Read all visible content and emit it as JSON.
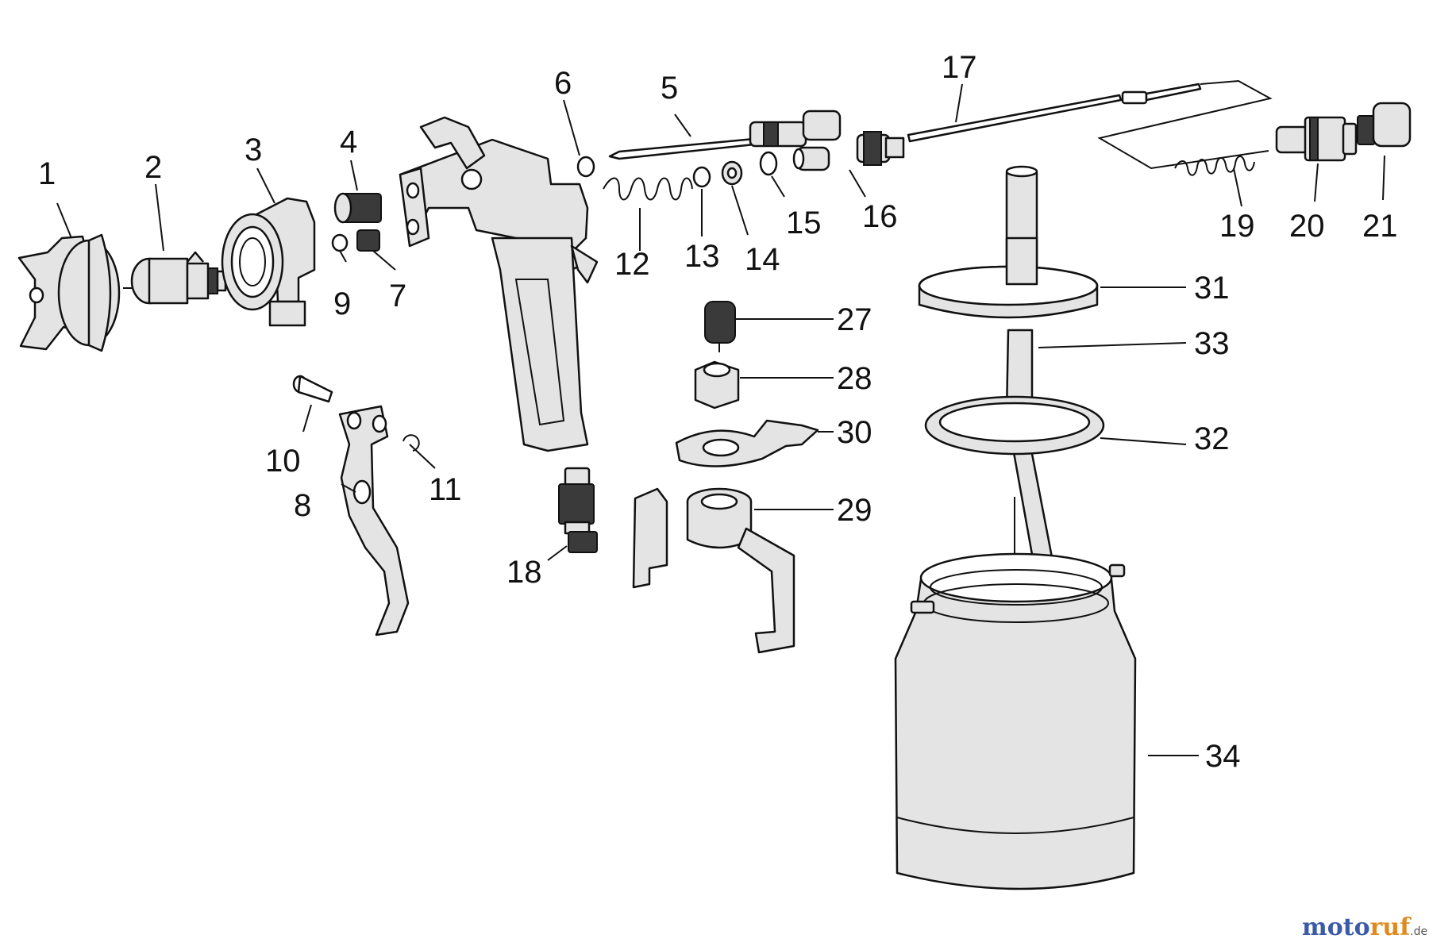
{
  "parts": [
    {
      "id": "p1",
      "label": "1"
    },
    {
      "id": "p2",
      "label": "2"
    },
    {
      "id": "p3",
      "label": "3"
    },
    {
      "id": "p4",
      "label": "4"
    },
    {
      "id": "p5",
      "label": "5"
    },
    {
      "id": "p6",
      "label": "6"
    },
    {
      "id": "p7",
      "label": "7"
    },
    {
      "id": "p8",
      "label": "8"
    },
    {
      "id": "p9",
      "label": "9"
    },
    {
      "id": "p10",
      "label": "10"
    },
    {
      "id": "p11",
      "label": "11"
    },
    {
      "id": "p12",
      "label": "12"
    },
    {
      "id": "p13",
      "label": "13"
    },
    {
      "id": "p14",
      "label": "14"
    },
    {
      "id": "p15",
      "label": "15"
    },
    {
      "id": "p16",
      "label": "16"
    },
    {
      "id": "p17",
      "label": "17"
    },
    {
      "id": "p18",
      "label": "18"
    },
    {
      "id": "p19",
      "label": "19"
    },
    {
      "id": "p20",
      "label": "20"
    },
    {
      "id": "p21",
      "label": "21"
    },
    {
      "id": "p27",
      "label": "27"
    },
    {
      "id": "p28",
      "label": "28"
    },
    {
      "id": "p29",
      "label": "29"
    },
    {
      "id": "p30",
      "label": "30"
    },
    {
      "id": "p31",
      "label": "31"
    },
    {
      "id": "p32",
      "label": "32"
    },
    {
      "id": "p33",
      "label": "33"
    },
    {
      "id": "p34",
      "label": "34"
    }
  ],
  "watermark": {
    "moto": "moto",
    "ruf": "ruf",
    "tld": ".de",
    "colors": {
      "moto": "#3b5ba8",
      "ruf": "#e08a1e"
    }
  }
}
